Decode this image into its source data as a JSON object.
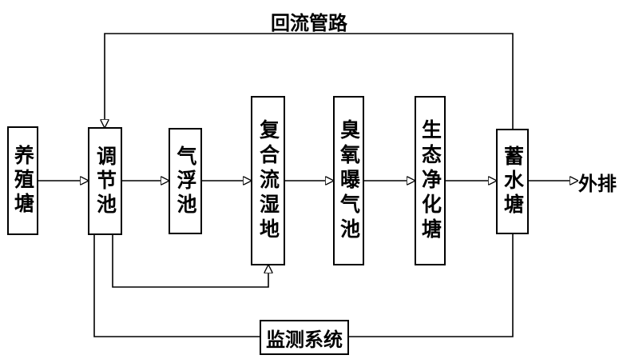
{
  "nodes": {
    "breeding_pond": "养殖塘",
    "regulating_tank": "调节池",
    "air_flotation_tank": "气浮池",
    "composite_wetland": "复合流湿地",
    "ozone_aeration_tank": "臭氧曝气池",
    "ecological_purification_pond": "生态净化塘",
    "storage_pond": "蓄水塘",
    "monitoring_system": "监测系统"
  },
  "labels": {
    "return_pipeline": "回流管路",
    "discharge": "外排"
  }
}
